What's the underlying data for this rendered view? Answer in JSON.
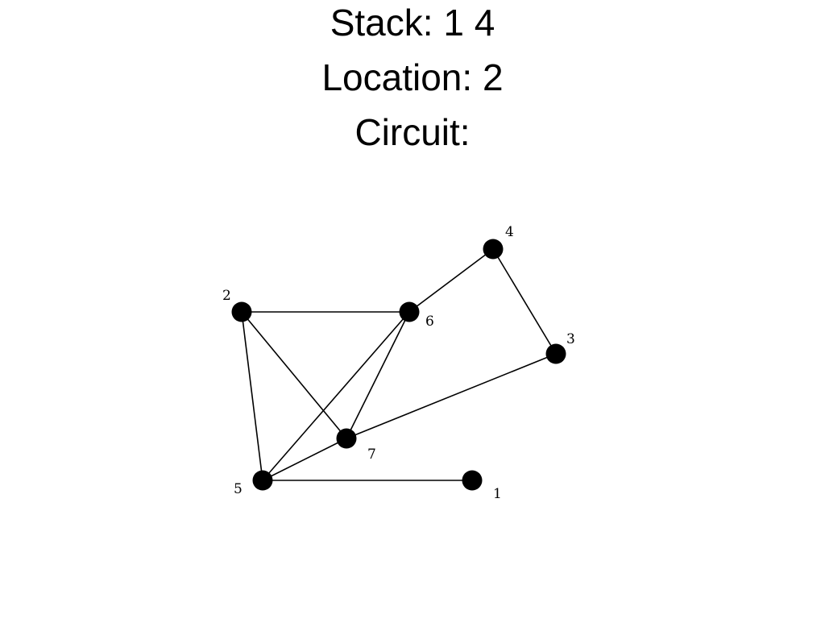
{
  "slide": {
    "stack_line": "Stack: 1 4",
    "location_line": "Location: 2",
    "circuit_line": "Circuit:"
  },
  "graph": {
    "nodes": [
      {
        "id": "1",
        "label": "1"
      },
      {
        "id": "2",
        "label": "2"
      },
      {
        "id": "3",
        "label": "3"
      },
      {
        "id": "4",
        "label": "4"
      },
      {
        "id": "5",
        "label": "5"
      },
      {
        "id": "6",
        "label": "6"
      },
      {
        "id": "7",
        "label": "7"
      }
    ],
    "edges": [
      [
        "2",
        "6"
      ],
      [
        "2",
        "7"
      ],
      [
        "2",
        "5"
      ],
      [
        "6",
        "4"
      ],
      [
        "4",
        "3"
      ],
      [
        "3",
        "7"
      ],
      [
        "6",
        "7"
      ],
      [
        "6",
        "5"
      ],
      [
        "7",
        "5"
      ],
      [
        "5",
        "1"
      ]
    ],
    "colors": {
      "node": "#000000",
      "edge": "#000000"
    }
  }
}
